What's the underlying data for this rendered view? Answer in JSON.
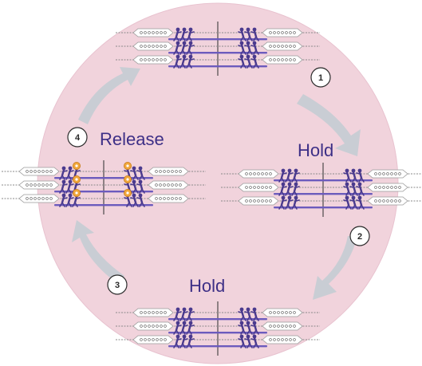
{
  "stages": {
    "top_right": {
      "step": "1",
      "label": "Hold"
    },
    "bottom_right": {
      "step": "2",
      "label": ""
    },
    "bottom": {
      "step": "3",
      "label": "Hold"
    },
    "left": {
      "step": "4",
      "label": "Release"
    }
  },
  "colors": {
    "circle": "#f1d3dc",
    "circle_edge": "#e8c2cf",
    "arrow": "#c9cdd4",
    "figure": "#4a3a8e",
    "bar": "#6c5bbd",
    "coin": "#f0a63b",
    "label": "#3d2f86"
  },
  "icons": {
    "people": "tug-of-war-figures",
    "coins": "coin-icon",
    "rope": "rope-icon"
  }
}
